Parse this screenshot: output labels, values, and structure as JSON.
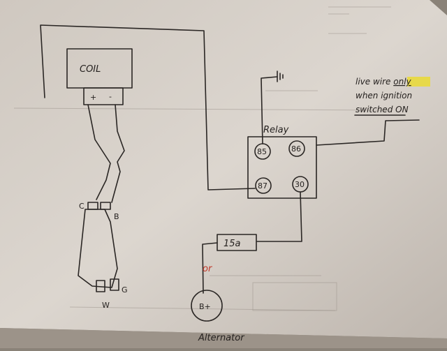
{
  "coil": {
    "label": "COIL",
    "plus": "+",
    "minus": "-"
  },
  "connector": {
    "c": "C",
    "b": "B",
    "w": "W",
    "g": "G"
  },
  "relay": {
    "label": "Relay",
    "pins": {
      "p85": "85",
      "p86": "86",
      "p87": "87",
      "p30": "30"
    }
  },
  "fuse": {
    "label": "15a"
  },
  "alternator": {
    "terminal": "B+",
    "label": "Alternator",
    "wire_color_label": "or"
  },
  "note": {
    "line1_a": "live wire ",
    "line1_b": "only",
    "line2": "when ignition",
    "line3": "switched ON"
  },
  "colors": {
    "paper": "#dcd6cf",
    "ink": "#2a2624",
    "highlight": "#e7d94a",
    "red": "#c0392b"
  }
}
